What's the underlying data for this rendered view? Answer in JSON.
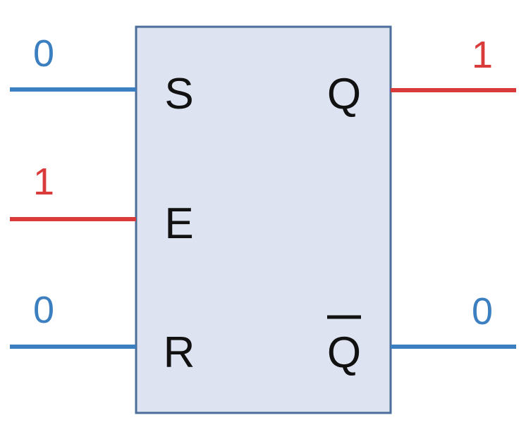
{
  "colors": {
    "low": "#3c7fc0",
    "high": "#d93a3a",
    "box_fill": "#dde3f0",
    "box_stroke": "#4a6d99",
    "text": "#111111"
  },
  "inputs": [
    {
      "pin": "S",
      "value": "0",
      "level": "low"
    },
    {
      "pin": "E",
      "value": "1",
      "level": "high"
    },
    {
      "pin": "R",
      "value": "0",
      "level": "low"
    }
  ],
  "outputs": [
    {
      "pin": "Q",
      "value": "1",
      "level": "high"
    },
    {
      "pin": "Q",
      "value": "0",
      "level": "low",
      "overbar": true
    }
  ]
}
